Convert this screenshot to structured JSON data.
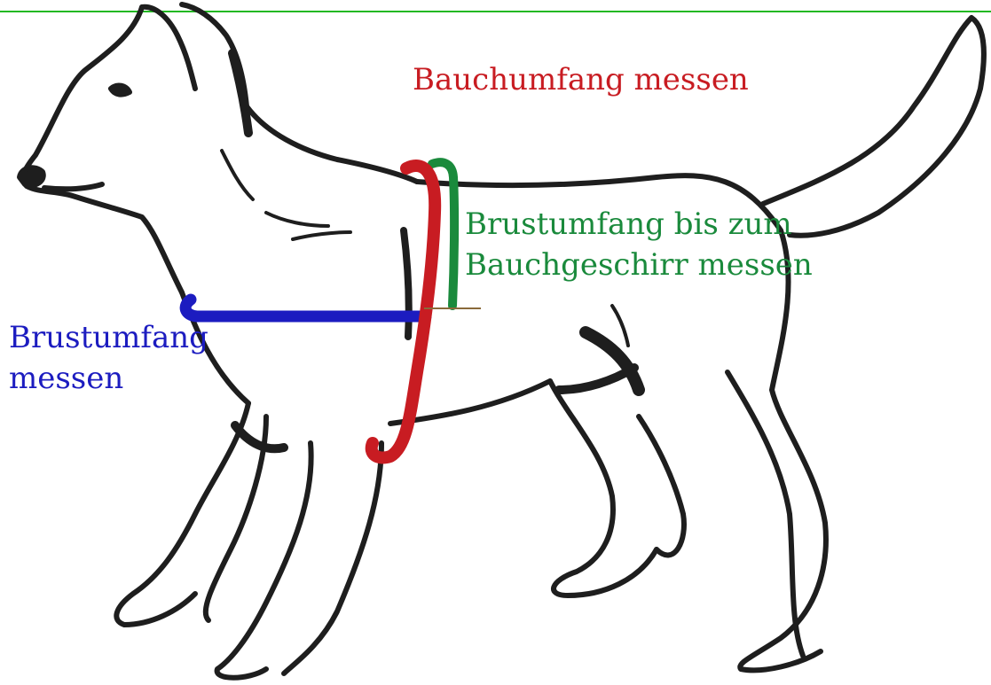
{
  "labels": {
    "belly": "Bauchumfang messen",
    "chest_to_harness": {
      "line1": "Brustumfang bis zum",
      "line2": "Bauchgeschirr messen"
    },
    "chest": {
      "line1": "Brustumfang",
      "line2": "messen"
    }
  },
  "colors": {
    "belly": "#c81c22",
    "chest_to_harness": "#1a8a3c",
    "chest": "#1c1cc0",
    "top_line": "#22b822",
    "outline": "#1e1e1e",
    "reference_tick": "#8a6a3a"
  },
  "icons": {
    "figure": "dog-side-view-outline-icon"
  }
}
